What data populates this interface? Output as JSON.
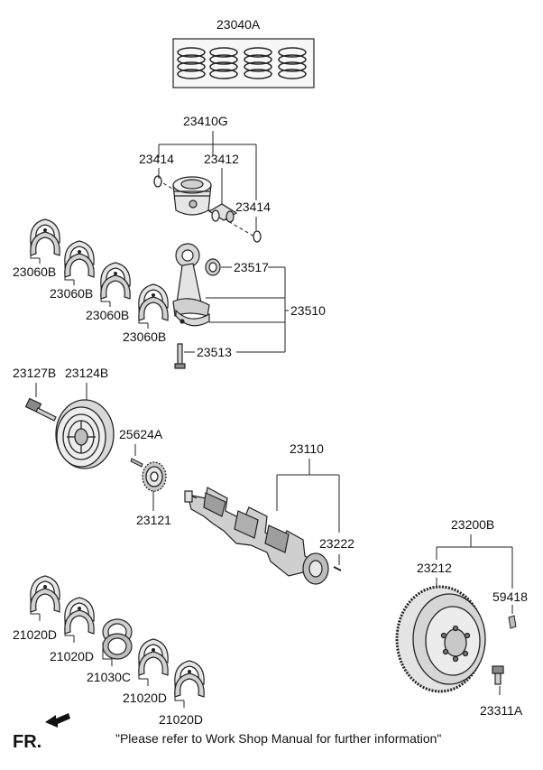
{
  "part_labels": {
    "rings": "23040A",
    "piston_set": "23410G",
    "snap_ring_left": "23414",
    "piston_pin": "23412",
    "snap_ring_right": "23414",
    "bushing": "23517",
    "conrod_assy": "23510",
    "conrod_bolt": "23513",
    "bearing_a": "23060B",
    "bearing_b": "23060B",
    "bearing_c": "23060B",
    "bearing_d": "23060B",
    "pulley_bolt": "23127B",
    "damper_pulley": "23124B",
    "key": "25624A",
    "sprocket": "23121",
    "crankshaft_assy": "23110",
    "crank_pin": "23222",
    "flywheel_assy": "23200B",
    "ring_gear": "23212",
    "dowel_pin": "59418",
    "flywheel_bolt": "23311A",
    "main_bearing_a": "21020D",
    "main_bearing_b": "21020D",
    "thrust_bearing": "21030C",
    "main_bearing_c": "21020D",
    "main_bearing_d": "21020D"
  },
  "fr_label": "FR.",
  "footer_note": "\"Please refer to Work Shop Manual for further information\"",
  "colors": {
    "line": "#222222",
    "fill_light": "#e6e6e6",
    "fill_mid": "#bdbdbd",
    "fill_dark": "#8a8a8a"
  }
}
